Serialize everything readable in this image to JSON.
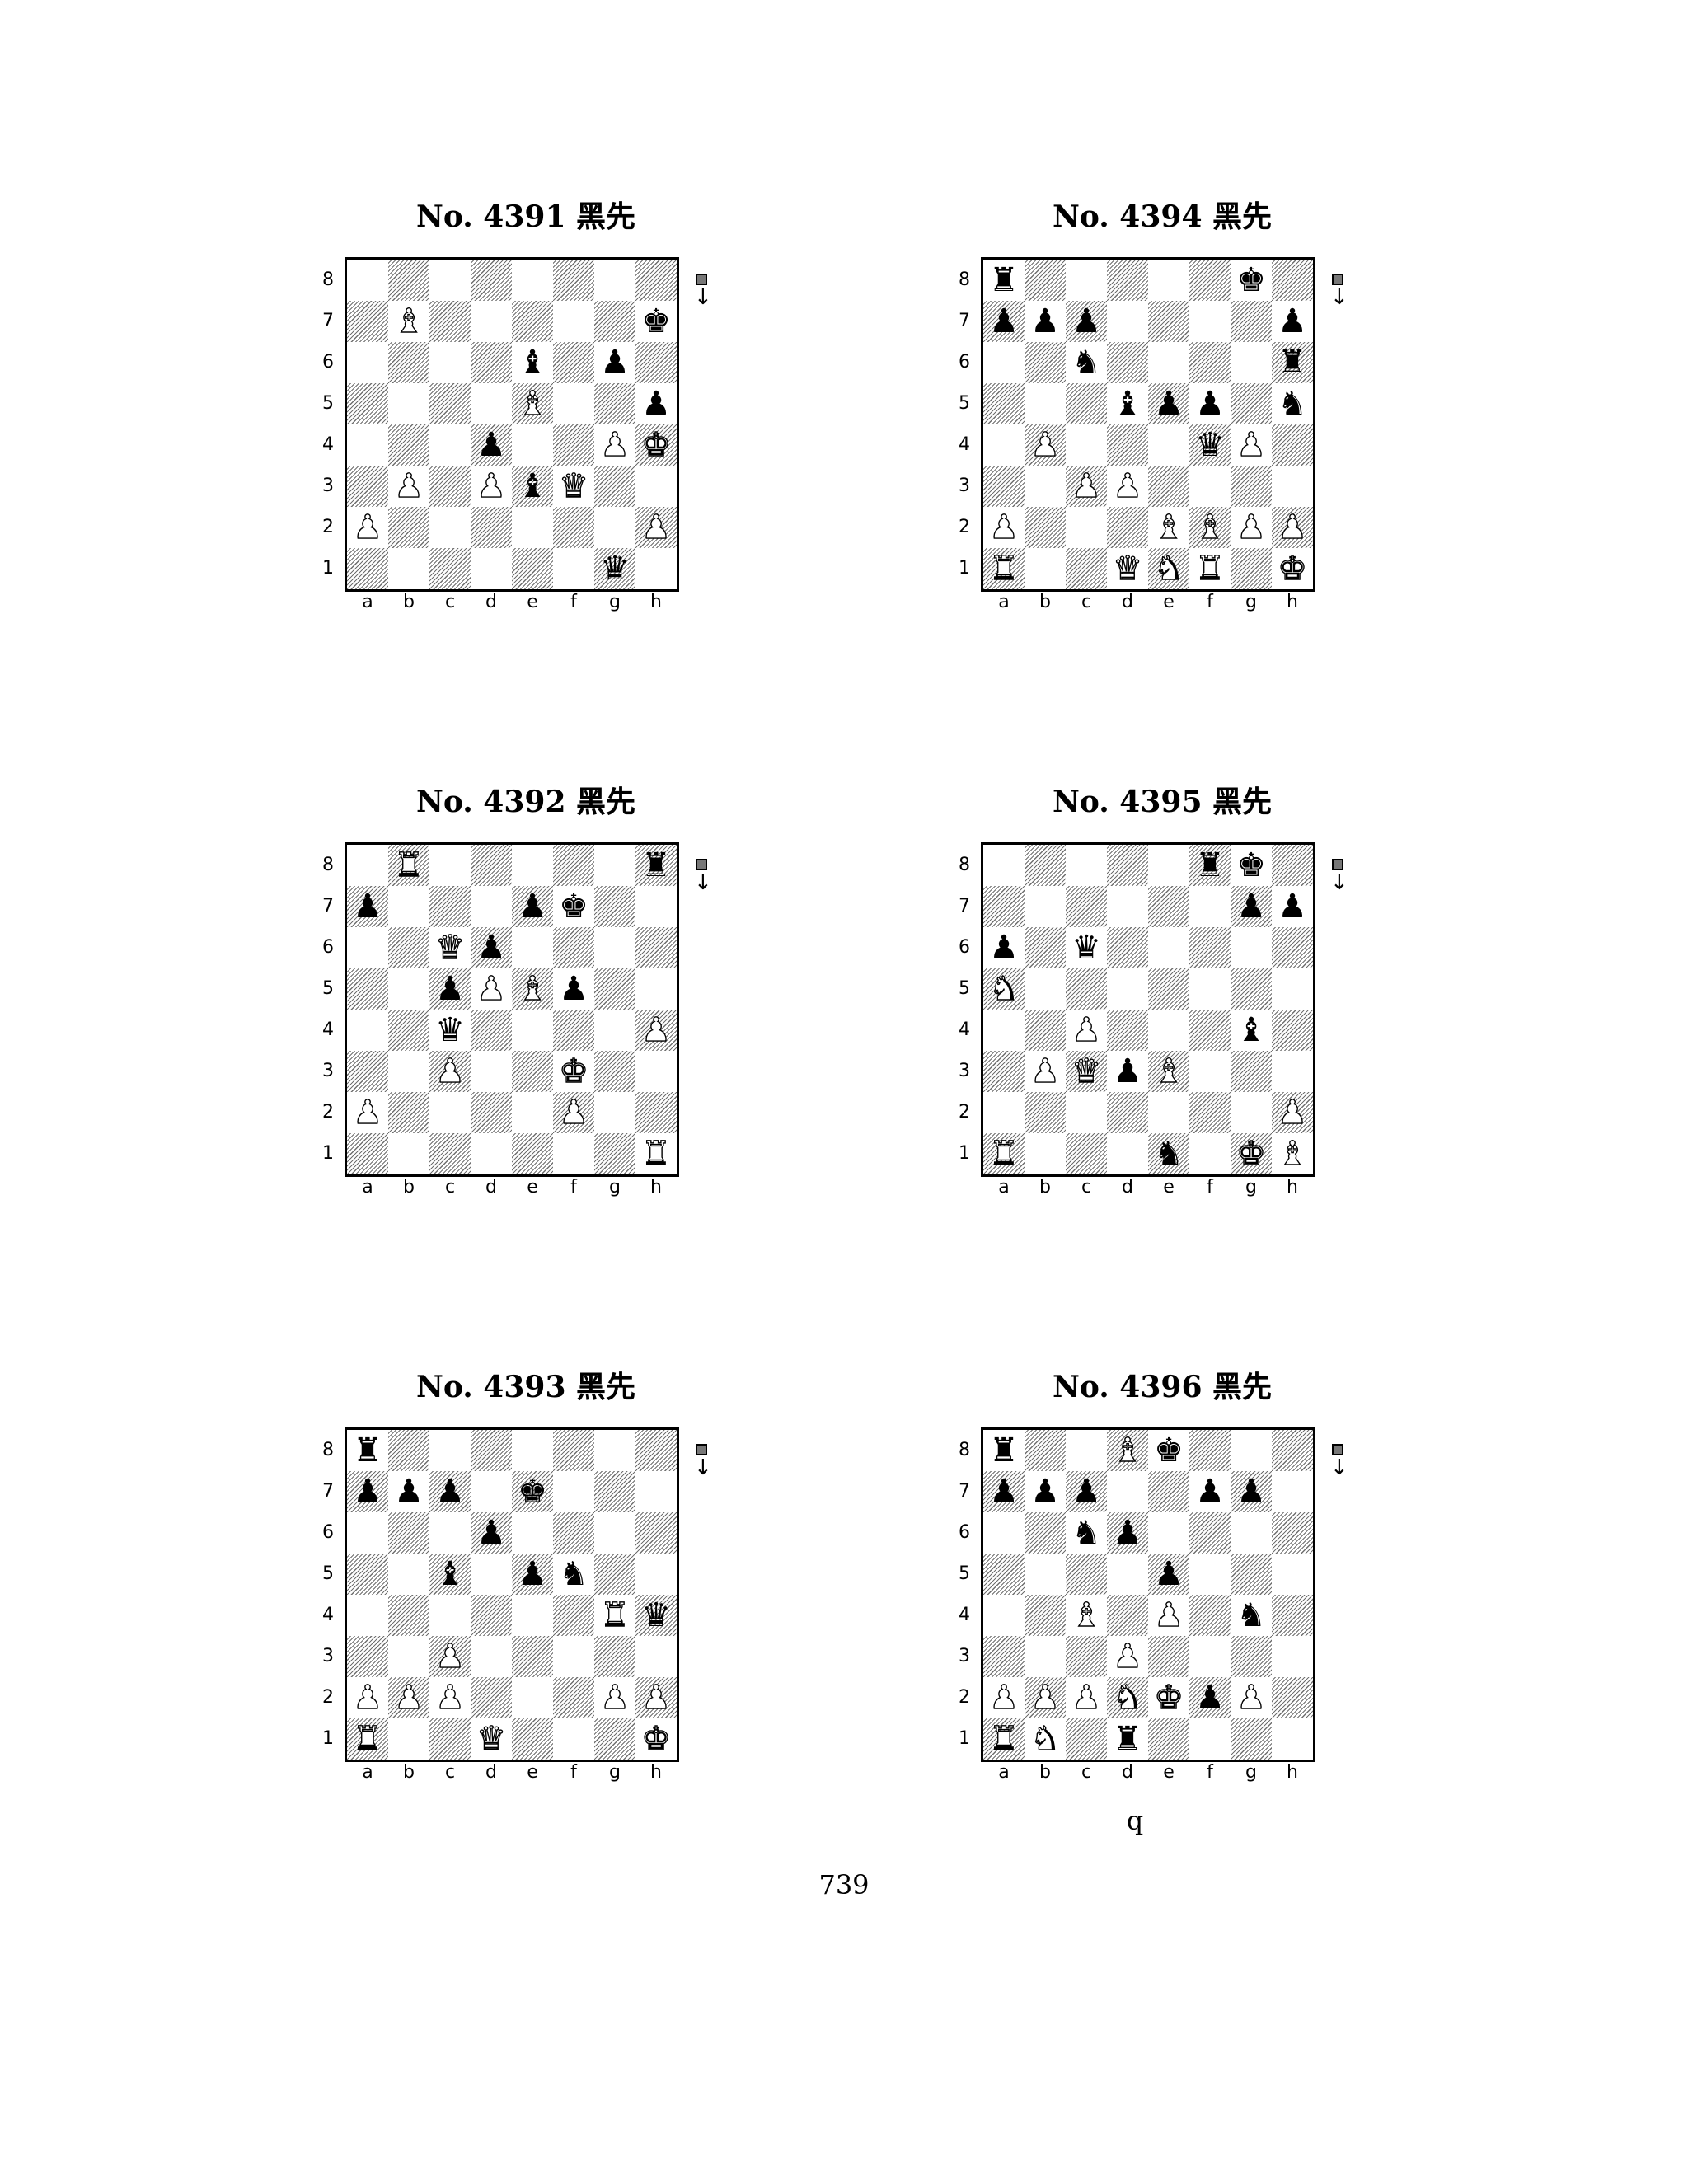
{
  "files": [
    "a",
    "b",
    "c",
    "d",
    "e",
    "f",
    "g",
    "h"
  ],
  "ranks": [
    "8",
    "7",
    "6",
    "5",
    "4",
    "3",
    "2",
    "1"
  ],
  "piece_glyphs": {
    "K": "♚",
    "Q": "♛",
    "R": "♜",
    "B": "♝",
    "N": "♞",
    "P": "♟"
  },
  "puzzles": [
    {
      "title": "No. 4391 黑先",
      "pieces": [
        {
          "sq": "b7",
          "c": "w",
          "p": "B"
        },
        {
          "sq": "h7",
          "c": "b",
          "p": "K"
        },
        {
          "sq": "e6",
          "c": "b",
          "p": "B"
        },
        {
          "sq": "g6",
          "c": "b",
          "p": "P"
        },
        {
          "sq": "e5",
          "c": "w",
          "p": "B"
        },
        {
          "sq": "h5",
          "c": "b",
          "p": "P"
        },
        {
          "sq": "d4",
          "c": "b",
          "p": "P"
        },
        {
          "sq": "g4",
          "c": "w",
          "p": "P"
        },
        {
          "sq": "h4",
          "c": "w",
          "p": "K"
        },
        {
          "sq": "b3",
          "c": "w",
          "p": "P"
        },
        {
          "sq": "d3",
          "c": "w",
          "p": "P"
        },
        {
          "sq": "e3",
          "c": "b",
          "p": "B"
        },
        {
          "sq": "f3",
          "c": "w",
          "p": "Q"
        },
        {
          "sq": "a2",
          "c": "w",
          "p": "P"
        },
        {
          "sq": "h2",
          "c": "w",
          "p": "P"
        },
        {
          "sq": "g1",
          "c": "b",
          "p": "Q"
        }
      ]
    },
    {
      "title": "No. 4394 黑先",
      "pieces": [
        {
          "sq": "a8",
          "c": "b",
          "p": "R"
        },
        {
          "sq": "g8",
          "c": "b",
          "p": "K"
        },
        {
          "sq": "a7",
          "c": "b",
          "p": "P"
        },
        {
          "sq": "b7",
          "c": "b",
          "p": "P"
        },
        {
          "sq": "c7",
          "c": "b",
          "p": "P"
        },
        {
          "sq": "h7",
          "c": "b",
          "p": "P"
        },
        {
          "sq": "c6",
          "c": "b",
          "p": "N"
        },
        {
          "sq": "h6",
          "c": "b",
          "p": "R"
        },
        {
          "sq": "d5",
          "c": "b",
          "p": "B"
        },
        {
          "sq": "e5",
          "c": "b",
          "p": "P"
        },
        {
          "sq": "f5",
          "c": "b",
          "p": "P"
        },
        {
          "sq": "h5",
          "c": "b",
          "p": "N"
        },
        {
          "sq": "b4",
          "c": "w",
          "p": "P"
        },
        {
          "sq": "f4",
          "c": "b",
          "p": "Q"
        },
        {
          "sq": "g4",
          "c": "w",
          "p": "P"
        },
        {
          "sq": "c3",
          "c": "w",
          "p": "P"
        },
        {
          "sq": "d3",
          "c": "w",
          "p": "P"
        },
        {
          "sq": "a2",
          "c": "w",
          "p": "P"
        },
        {
          "sq": "e2",
          "c": "w",
          "p": "B"
        },
        {
          "sq": "f2",
          "c": "w",
          "p": "B"
        },
        {
          "sq": "g2",
          "c": "w",
          "p": "P"
        },
        {
          "sq": "h2",
          "c": "w",
          "p": "P"
        },
        {
          "sq": "a1",
          "c": "w",
          "p": "R"
        },
        {
          "sq": "d1",
          "c": "w",
          "p": "Q"
        },
        {
          "sq": "e1",
          "c": "w",
          "p": "N"
        },
        {
          "sq": "f1",
          "c": "w",
          "p": "R"
        },
        {
          "sq": "h1",
          "c": "w",
          "p": "K"
        }
      ]
    },
    {
      "title": "No. 4392 黑先",
      "pieces": [
        {
          "sq": "b8",
          "c": "w",
          "p": "R"
        },
        {
          "sq": "h8",
          "c": "b",
          "p": "R"
        },
        {
          "sq": "a7",
          "c": "b",
          "p": "P"
        },
        {
          "sq": "e7",
          "c": "b",
          "p": "P"
        },
        {
          "sq": "f7",
          "c": "b",
          "p": "K"
        },
        {
          "sq": "c6",
          "c": "w",
          "p": "Q"
        },
        {
          "sq": "d6",
          "c": "b",
          "p": "P"
        },
        {
          "sq": "c5",
          "c": "b",
          "p": "P"
        },
        {
          "sq": "d5",
          "c": "w",
          "p": "P"
        },
        {
          "sq": "e5",
          "c": "w",
          "p": "B"
        },
        {
          "sq": "f5",
          "c": "b",
          "p": "P"
        },
        {
          "sq": "c4",
          "c": "b",
          "p": "Q"
        },
        {
          "sq": "h4",
          "c": "w",
          "p": "P"
        },
        {
          "sq": "c3",
          "c": "w",
          "p": "P"
        },
        {
          "sq": "f3",
          "c": "w",
          "p": "K"
        },
        {
          "sq": "a2",
          "c": "w",
          "p": "P"
        },
        {
          "sq": "f2",
          "c": "w",
          "p": "P"
        },
        {
          "sq": "h1",
          "c": "w",
          "p": "R"
        }
      ]
    },
    {
      "title": "No. 4395 黑先",
      "pieces": [
        {
          "sq": "f8",
          "c": "b",
          "p": "R"
        },
        {
          "sq": "g8",
          "c": "b",
          "p": "K"
        },
        {
          "sq": "g7",
          "c": "b",
          "p": "P"
        },
        {
          "sq": "h7",
          "c": "b",
          "p": "P"
        },
        {
          "sq": "a6",
          "c": "b",
          "p": "P"
        },
        {
          "sq": "c6",
          "c": "b",
          "p": "Q"
        },
        {
          "sq": "a5",
          "c": "w",
          "p": "N"
        },
        {
          "sq": "c4",
          "c": "w",
          "p": "P"
        },
        {
          "sq": "g4",
          "c": "b",
          "p": "B"
        },
        {
          "sq": "b3",
          "c": "w",
          "p": "P"
        },
        {
          "sq": "c3",
          "c": "w",
          "p": "Q"
        },
        {
          "sq": "d3",
          "c": "b",
          "p": "P"
        },
        {
          "sq": "e3",
          "c": "w",
          "p": "B"
        },
        {
          "sq": "h2",
          "c": "w",
          "p": "P"
        },
        {
          "sq": "a1",
          "c": "w",
          "p": "R"
        },
        {
          "sq": "e1",
          "c": "b",
          "p": "N"
        },
        {
          "sq": "g1",
          "c": "w",
          "p": "K"
        },
        {
          "sq": "h1",
          "c": "w",
          "p": "B"
        }
      ]
    },
    {
      "title": "No. 4393 黑先",
      "pieces": [
        {
          "sq": "a8",
          "c": "b",
          "p": "R"
        },
        {
          "sq": "a7",
          "c": "b",
          "p": "P"
        },
        {
          "sq": "b7",
          "c": "b",
          "p": "P"
        },
        {
          "sq": "c7",
          "c": "b",
          "p": "P"
        },
        {
          "sq": "e7",
          "c": "b",
          "p": "K"
        },
        {
          "sq": "d6",
          "c": "b",
          "p": "P"
        },
        {
          "sq": "c5",
          "c": "b",
          "p": "B"
        },
        {
          "sq": "e5",
          "c": "b",
          "p": "P"
        },
        {
          "sq": "f5",
          "c": "b",
          "p": "N"
        },
        {
          "sq": "g4",
          "c": "w",
          "p": "R"
        },
        {
          "sq": "h4",
          "c": "b",
          "p": "Q"
        },
        {
          "sq": "c3",
          "c": "w",
          "p": "P"
        },
        {
          "sq": "a2",
          "c": "w",
          "p": "P"
        },
        {
          "sq": "b2",
          "c": "w",
          "p": "P"
        },
        {
          "sq": "c2",
          "c": "w",
          "p": "P"
        },
        {
          "sq": "g2",
          "c": "w",
          "p": "P"
        },
        {
          "sq": "h2",
          "c": "w",
          "p": "P"
        },
        {
          "sq": "a1",
          "c": "w",
          "p": "R"
        },
        {
          "sq": "d1",
          "c": "w",
          "p": "Q"
        },
        {
          "sq": "h1",
          "c": "w",
          "p": "K"
        }
      ]
    },
    {
      "title": "No. 4396 黑先",
      "pieces": [
        {
          "sq": "a8",
          "c": "b",
          "p": "R"
        },
        {
          "sq": "d8",
          "c": "w",
          "p": "B"
        },
        {
          "sq": "e8",
          "c": "b",
          "p": "K"
        },
        {
          "sq": "a7",
          "c": "b",
          "p": "P"
        },
        {
          "sq": "b7",
          "c": "b",
          "p": "P"
        },
        {
          "sq": "c7",
          "c": "b",
          "p": "P"
        },
        {
          "sq": "f7",
          "c": "b",
          "p": "P"
        },
        {
          "sq": "g7",
          "c": "b",
          "p": "P"
        },
        {
          "sq": "c6",
          "c": "b",
          "p": "N"
        },
        {
          "sq": "d6",
          "c": "b",
          "p": "P"
        },
        {
          "sq": "e5",
          "c": "b",
          "p": "P"
        },
        {
          "sq": "c4",
          "c": "w",
          "p": "B"
        },
        {
          "sq": "e4",
          "c": "w",
          "p": "P"
        },
        {
          "sq": "g4",
          "c": "b",
          "p": "N"
        },
        {
          "sq": "d3",
          "c": "w",
          "p": "P"
        },
        {
          "sq": "a2",
          "c": "w",
          "p": "P"
        },
        {
          "sq": "b2",
          "c": "w",
          "p": "P"
        },
        {
          "sq": "c2",
          "c": "w",
          "p": "P"
        },
        {
          "sq": "d2",
          "c": "w",
          "p": "N"
        },
        {
          "sq": "e2",
          "c": "w",
          "p": "K"
        },
        {
          "sq": "f2",
          "c": "b",
          "p": "P"
        },
        {
          "sq": "g2",
          "c": "w",
          "p": "P"
        },
        {
          "sq": "a1",
          "c": "w",
          "p": "R"
        },
        {
          "sq": "b1",
          "c": "w",
          "p": "N"
        },
        {
          "sq": "d1",
          "c": "b",
          "p": "R"
        }
      ]
    }
  ],
  "stray_mark": "q",
  "page_number": "739"
}
